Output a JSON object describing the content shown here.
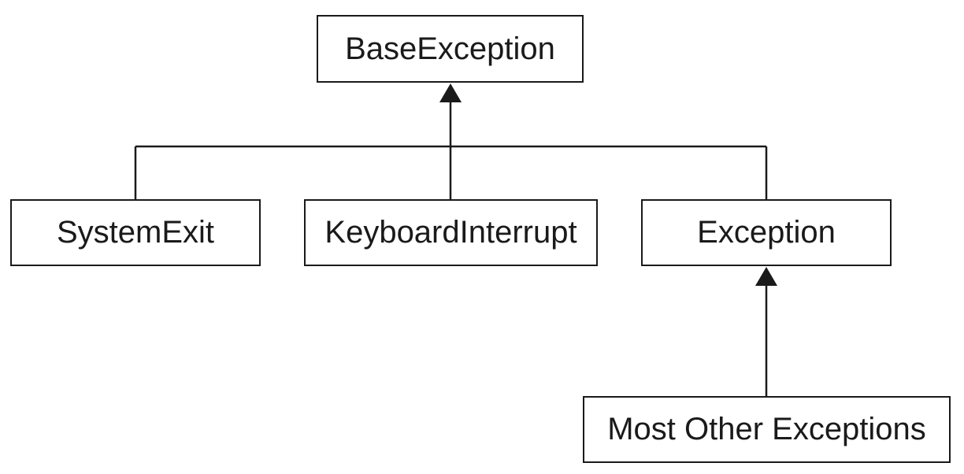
{
  "diagram": {
    "nodes": {
      "base_exception": "BaseException",
      "system_exit": "SystemExit",
      "keyboard_interrupt": "KeyboardInterrupt",
      "exception": "Exception",
      "most_other_exceptions": "Most Other Exceptions"
    },
    "edges": [
      {
        "from": "SystemExit",
        "to": "BaseException"
      },
      {
        "from": "KeyboardInterrupt",
        "to": "BaseException"
      },
      {
        "from": "Exception",
        "to": "BaseException"
      },
      {
        "from": "Most Other Exceptions",
        "to": "Exception"
      }
    ],
    "line_color": "#1a1a1a"
  }
}
